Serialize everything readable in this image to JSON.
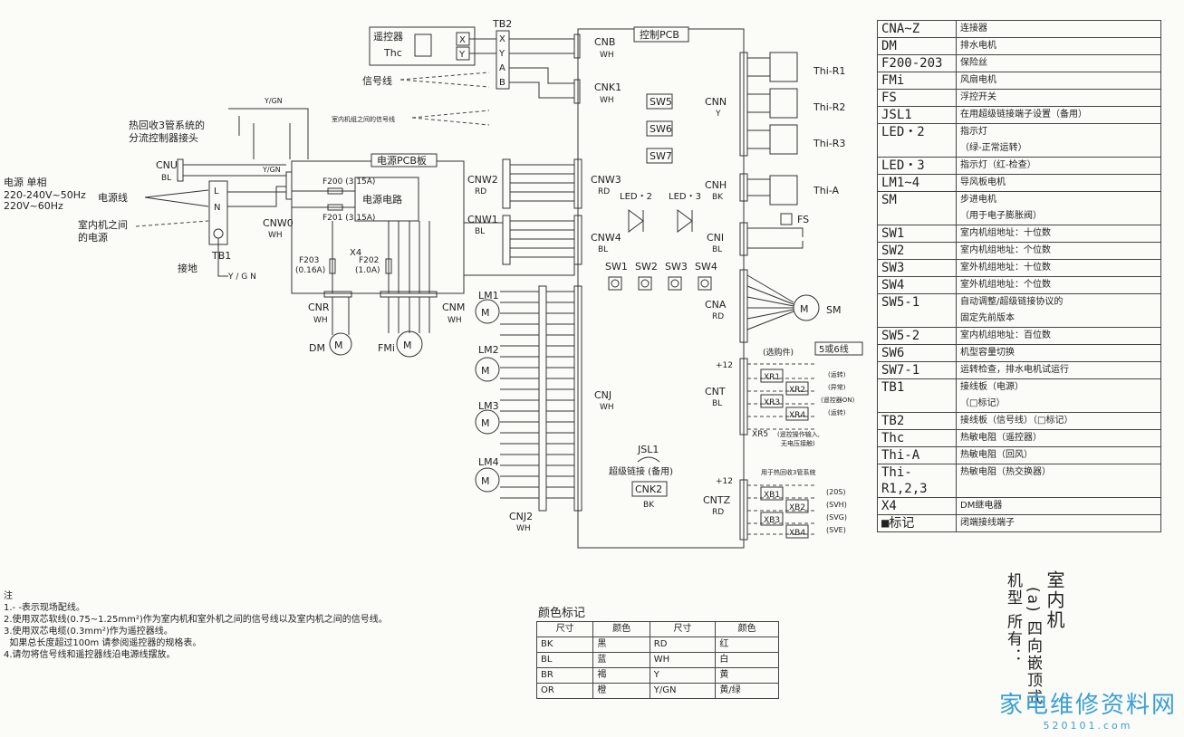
{
  "diagram": {
    "power_title": "电源 单相",
    "power_v1": "220-240V~50Hz",
    "power_v2": "220V~60Hz",
    "power_line": "电源线",
    "power_between": "室内机之间",
    "power_between2": "的电源",
    "ground": "接地",
    "yg": "Y / G N",
    "tb1": "TB1",
    "cnu": "CNU",
    "bl": "BL",
    "l": "L",
    "n": "N",
    "heat_label1": "热回收3管系统的",
    "heat_label2": "分流控制器接头",
    "remote": "遥控器",
    "thc": "Thc",
    "tb2": "TB2",
    "signal_line": "信号线",
    "between_signal": "室内机组之间的信号线",
    "power_pcb": "电源PCB板",
    "power_circuit": "电源电路",
    "f200": "F200 (3.15A)",
    "f201": "F201 (3.15A)",
    "f203": "F203",
    "f203a": "(0.16A)",
    "f202": "F202",
    "f202a": "(1.0A)",
    "x4": "X4",
    "cnw0": "CNW0",
    "wh": "WH",
    "cnr": "CNR",
    "cnm": "CNM",
    "dm": "DM",
    "fmi": "FMi",
    "ctrl_pcb": "控制PCB",
    "cnb": "CNB",
    "cnk1": "CNK1",
    "cnw3": "CNW3",
    "rd": "RD",
    "cnw2": "CNW2",
    "cnw1": "CNW1",
    "cnw4": "CNW4",
    "sw5": "SW5",
    "sw6": "SW6",
    "sw7": "SW7",
    "led2": "LED・2",
    "led3": "LED・3",
    "sw1": "SW1",
    "sw2": "SW2",
    "sw3": "SW3",
    "sw4": "SW4",
    "cnn": "CNN",
    "y": "Y",
    "cnh": "CNH",
    "bk": "BK",
    "cni": "CNI",
    "cna": "CNA",
    "cnt": "CNT",
    "cntz": "CNTZ",
    "cnj": "CNJ",
    "cnj2": "CNJ2",
    "thi_r1": "Thi-R1",
    "thi_r2": "Thi-R2",
    "thi_r3": "Thi-R3",
    "thi_a": "Thi-A",
    "fs": "FS",
    "sm": "SM",
    "wires56": "5或6线",
    "optional": "(选购件)",
    "xr1": "XR1",
    "xr2": "XR2",
    "xr3": "XR3",
    "xr4": "XR4",
    "xr5": "XR5",
    "op1": "(运转)",
    "op2": "(异常)",
    "op3": "(遥控器ON)",
    "op4": "(运转)",
    "xr5_note1": "(遥控操作输入,",
    "xr5_note2": "无电压接触)",
    "p12": "+12",
    "heat3": "用于热回收3管系统",
    "xb1": "XB1",
    "xb2": "XB2",
    "xb3": "XB3",
    "xb4": "XB4",
    "s20s": "(20S)",
    "ssvh": "(SVH)",
    "ssvg": "(SVG)",
    "ssve": "(SVE)",
    "jsl1": "JSL1",
    "super_link": "超级链接 (备用)",
    "cnk2": "CNK2",
    "lm1": "LM1",
    "lm2": "LM2",
    "lm3": "LM3",
    "lm4": "LM4",
    "x": "X",
    "a": "A",
    "b": "B",
    "wire_y_gn": "Y/GN"
  },
  "legend": [
    {
      "k": "CNA~Z",
      "v": [
        "连接器"
      ]
    },
    {
      "k": "DM",
      "v": [
        "排水电机"
      ]
    },
    {
      "k": "F200-203",
      "v": [
        "保险丝"
      ]
    },
    {
      "k": "FMi",
      "v": [
        "风扇电机"
      ]
    },
    {
      "k": "FS",
      "v": [
        "浮控开关"
      ]
    },
    {
      "k": "JSL1",
      "v": [
        "在用超级链接端子设置（备用）"
      ]
    },
    {
      "k": "LED・2",
      "v": [
        "指示灯",
        "（绿-正常运转）"
      ]
    },
    {
      "k": "LED・3",
      "v": [
        "指示灯（红-检查）"
      ]
    },
    {
      "k": "LM1~4",
      "v": [
        "导风板电机"
      ]
    },
    {
      "k": "SM",
      "v": [
        "步进电机",
        "（用于电子膨胀阀）"
      ]
    },
    {
      "k": "SW1",
      "v": [
        "室内机组地址：十位数"
      ]
    },
    {
      "k": "SW2",
      "v": [
        "室内机组地址：个位数"
      ]
    },
    {
      "k": "SW3",
      "v": [
        "室外机组地址：十位数"
      ]
    },
    {
      "k": "SW4",
      "v": [
        "室外机组地址：个位数"
      ]
    },
    {
      "k": "SW5-1",
      "v": [
        "自动调整/超级链接协议的",
        "固定先前版本"
      ]
    },
    {
      "k": "SW5-2",
      "v": [
        "室内机组地址：百位数"
      ]
    },
    {
      "k": "SW6",
      "v": [
        "机型容量切换"
      ]
    },
    {
      "k": "SW7-1",
      "v": [
        "运转检查，排水电机试运行"
      ]
    },
    {
      "k": "TB1",
      "v": [
        "接线板（电源）",
        "（□标记）"
      ]
    },
    {
      "k": "TB2",
      "v": [
        "接线板（信号线）（□标记）"
      ]
    },
    {
      "k": "Thc",
      "v": [
        "热敏电阻（遥控器）"
      ]
    },
    {
      "k": "Thi-A",
      "v": [
        "热敏电阻（回风）"
      ]
    },
    {
      "k": "Thi-R1,2,3",
      "v": [
        "热敏电阻（热交换器）"
      ]
    },
    {
      "k": "X4",
      "v": [
        "DM继电器"
      ]
    },
    {
      "k": "■标记",
      "v": [
        "闭端接线端子"
      ]
    }
  ],
  "color_table": {
    "title": "颜色标记",
    "headers": [
      "尺寸",
      "颜色",
      "尺寸",
      "颜色"
    ],
    "rows": [
      [
        "BK",
        "黑",
        "RD",
        "红"
      ],
      [
        "BL",
        "蓝",
        "WH",
        "白"
      ],
      [
        "BR",
        "褐",
        "Y",
        "黄"
      ],
      [
        "OR",
        "橙",
        "Y/GN",
        "黄/绿"
      ]
    ]
  },
  "notes": [
    "注",
    "1.- -表示现场配线。",
    "2.使用双芯软线(0.75~1.25mm²)作为室内机和室外机之间的信号线以及室内机之间的信号线。",
    "3.使用双芯电缆(0.3mm²)作为遥控器线。",
    "  如果总长度超过100m 请参阅遥控器的规格表。",
    "4.请勿将信号线和遥控器线沿电源线摆放。"
  ],
  "titles": {
    "main": "室内机",
    "sub": "(a) 四向嵌顶式",
    "owner": "机型 所有："
  },
  "watermark": {
    "text": "家电维修资料网",
    "url": "520101.com"
  }
}
